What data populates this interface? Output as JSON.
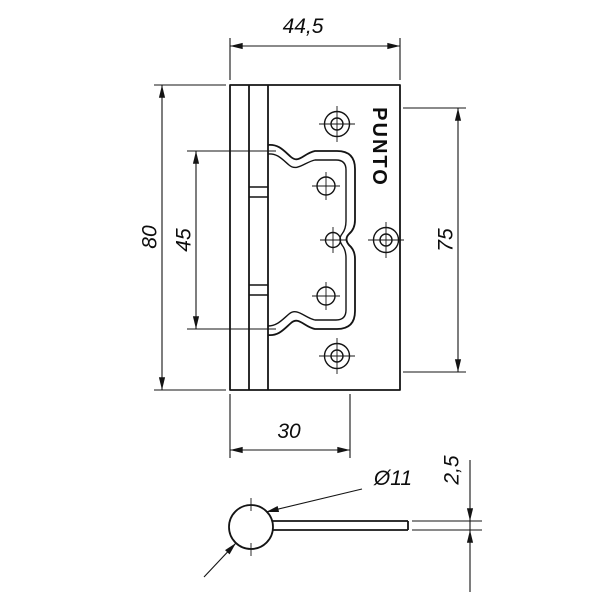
{
  "drawing": {
    "brand": "PUNTO",
    "line_color": "#141414",
    "background": "#ffffff",
    "dimensions": {
      "top_width": "44,5",
      "left_height": "80",
      "cutout_height": "45",
      "right_height": "75",
      "bottom_width": "30",
      "barrel_diameter": "Ø11",
      "plate_thickness": "2,5"
    }
  }
}
